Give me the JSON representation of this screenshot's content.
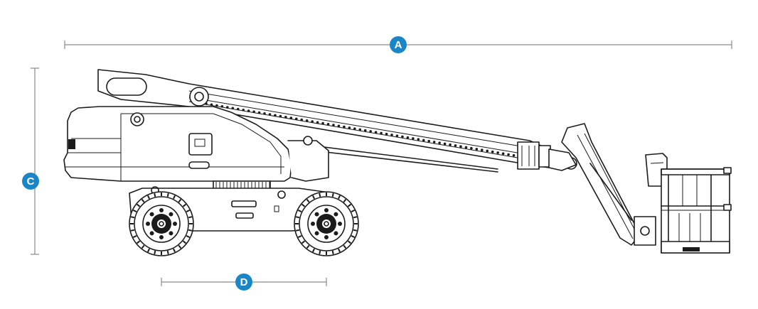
{
  "dimensions": [
    {
      "id": "A",
      "label": "A",
      "orientation": "horizontal"
    },
    {
      "id": "C",
      "label": "C",
      "orientation": "vertical"
    },
    {
      "id": "D",
      "label": "D",
      "orientation": "horizontal"
    }
  ],
  "colors": {
    "badge": "#1a86c8",
    "dimension_line": "#8a8a8a",
    "line_art": "#1b1b1b"
  }
}
